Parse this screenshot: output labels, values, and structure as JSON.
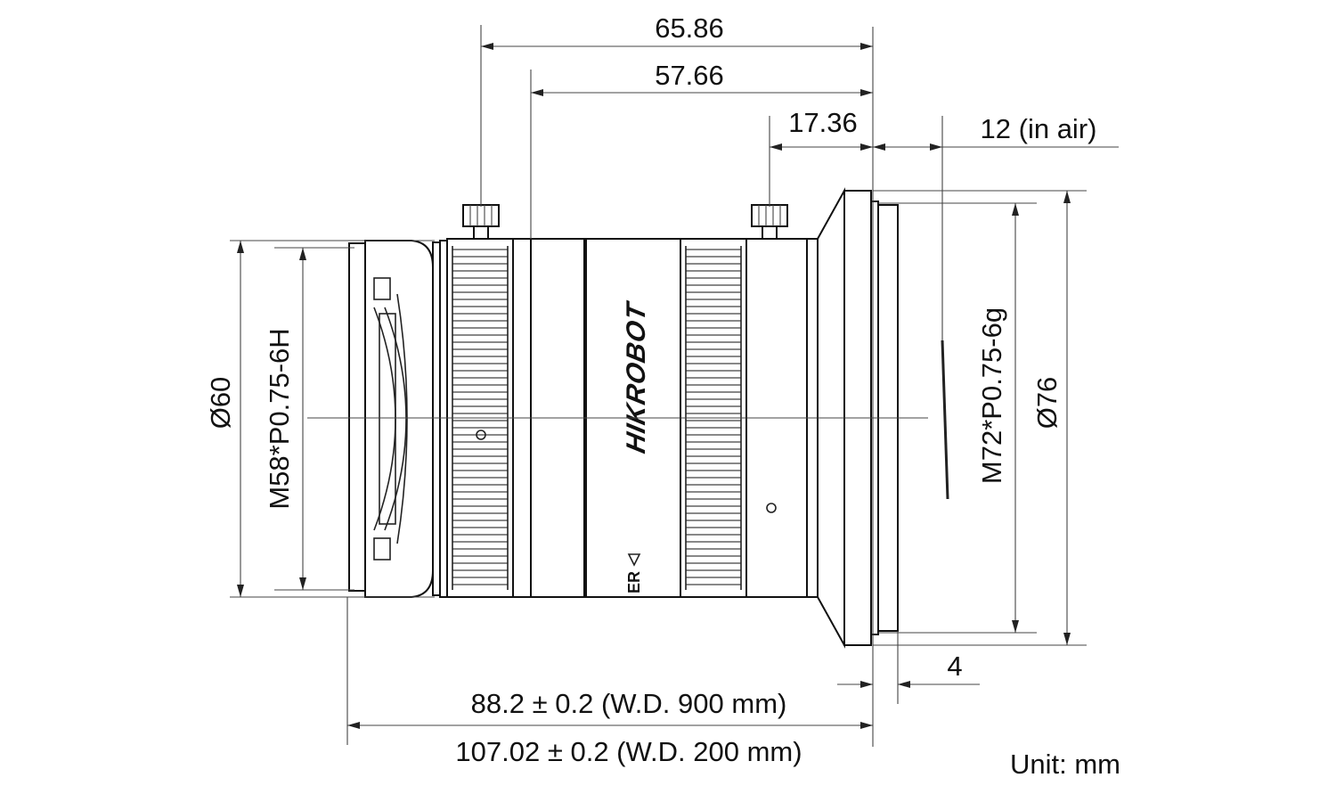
{
  "brand": {
    "logo_text": "HIKROBOT"
  },
  "dimensions": {
    "top_total": "65.86",
    "top_mid": "57.66",
    "top_short": "17.36",
    "flange_back": "12 (in air)",
    "diameter_front": "Ø60",
    "front_thread": "M58*P0.75-6H",
    "rear_thread": "M72*P0.75-6g",
    "diameter_rear": "Ø76",
    "thread_length": "4",
    "length_far": "88.2 ± 0.2 (W.D. 900 mm)",
    "length_near": "107.02 ± 0.2 (W.D. 200 mm)"
  },
  "unit_label": "Unit: mm",
  "marking": {
    "ring_mark": "ER"
  }
}
